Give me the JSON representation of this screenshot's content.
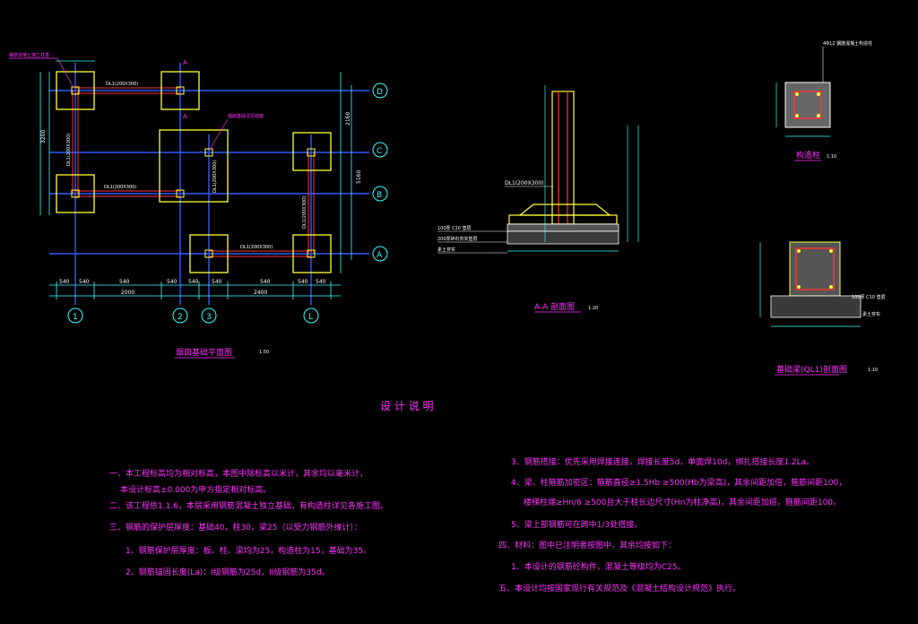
{
  "plan": {
    "title": "烟囱基础平面图",
    "scale": "1:50",
    "axes_h": [
      "D",
      "C",
      "B",
      "A"
    ],
    "axes_v": [
      "1",
      "2",
      "3",
      "L"
    ],
    "dims": {
      "top": [
        "540",
        "540",
        "540",
        "540",
        "540",
        "540",
        "540",
        "540",
        "540"
      ],
      "bottom": [
        "2000",
        "2400"
      ],
      "left": [
        "3200"
      ],
      "right": [
        "2160",
        "5160"
      ]
    },
    "beam_labels": [
      "DL1(200X300)",
      "DL1(200X300)",
      "DL1(200X300)",
      "DL1(200X300)",
      "DL1(200X300)",
      "DL1(200X300)"
    ],
    "note_top_left": "钢筋混凝土独立柱基",
    "note_mid": "烟囱基础详见结施"
  },
  "section": {
    "title": "A-A 剖面图",
    "scale": "1:20",
    "beam_label": "DL1(200X300)",
    "layer_labels": [
      "100厚 C10 垫层",
      "200厚碎石夯实垫层",
      "素土夯实"
    ]
  },
  "column": {
    "title": "构造柱",
    "scale": "1:10",
    "note": "4Φ12 钢筋混凝土构造柱"
  },
  "beam": {
    "title": "基础梁(QL1)剖面图",
    "scale": "1:10",
    "layer_labels": [
      "100厚 C10 垫层",
      "素土夯实"
    ]
  },
  "notes": {
    "heading": "设 计 说 明",
    "left": [
      "一、本工程标高均为相对标高，本图中除标高以米计，其余均以毫米计，",
      "本设计标高±0.000为甲方指定相对标高。",
      "二、该工程依1.1.6，本层采用钢筋混凝土独立基础，有构造柱详见各施工图。",
      "三、钢筋的保护层厚度：基础40，柱30，梁25（以受力钢筋外缘计）：",
      "1、钢筋保护层厚度：板、柱、梁均为25，构造柱为15，基础为35。",
      "2、钢筋锚固长度(La)：I级钢筋为25d，II级钢筋为35d。"
    ],
    "right": [
      "3、钢筋搭接：优先采用焊接连接，焊接长度5d，单面焊10d，绑扎搭接长度1.2La。",
      "4、梁、柱箍筋加密区：箍筋直径≥1.5Hb ≥500(Hb为梁高)，其余间距加倍，箍筋间距100，",
      "楼梯柱端≥Hn/6 ≥500且大于柱长边尺寸(Hn为柱净高)，其余间距加倍，箍筋间距100。",
      "5、梁上部钢筋可在跨中1/3处搭接。",
      "四、材料：图中已注明者按图中，其余均按如下：",
      "1、本设计的钢筋砼构件，混凝土等级均为C25。",
      "五、本设计均按国家现行有关规范及《混凝土结构设计规范》执行。"
    ]
  },
  "colors": {
    "axis": "#3366ff",
    "footing": "#ffff33",
    "dimension": "#33ffff",
    "beam": "#ff3333",
    "text": "#ff33ff",
    "grid": "#2244ff"
  }
}
